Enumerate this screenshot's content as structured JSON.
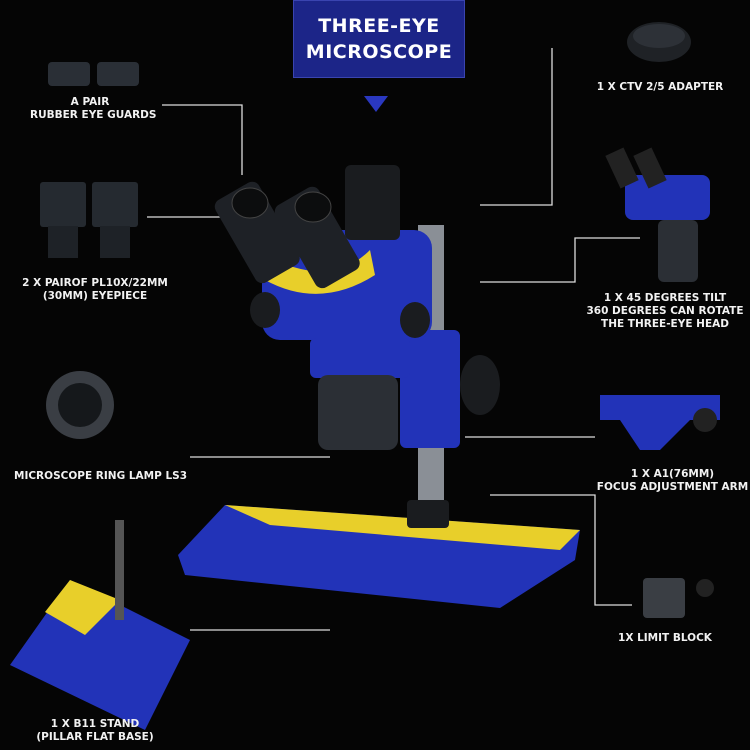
{
  "title": {
    "line1": "THREE-EYE",
    "line2": "MICROSCOPE"
  },
  "labels": {
    "eye_guards": {
      "line1": "A PAIR",
      "line2": "RUBBER EYE GUARDS"
    },
    "eyepiece": {
      "line1": "2 X PAIROF PL10X/22MM",
      "line2": "(30MM) EYEPIECE"
    },
    "ring_lamp": {
      "line1": "MICROSCOPE RING LAMP LS3"
    },
    "stand": {
      "line1": "1 X B11 STAND",
      "line2": "(PILLAR FLAT BASE)"
    },
    "adapter": {
      "line1": "1 X CTV 2/5 ADAPTER"
    },
    "head": {
      "line1": "1 X 45 DEGREES TILT",
      "line2": "360 DEGREES CAN ROTATE",
      "line3": "THE THREE-EYE HEAD"
    },
    "arm": {
      "line1": "1 X A1(76MM)",
      "line2": "FOCUS ADJUSTMENT ARM"
    },
    "limit_block": {
      "line1": "1X LIMIT BLOCK"
    }
  },
  "colors": {
    "brand_blue": "#2233b8",
    "accent_yellow": "#e8cf2a",
    "background": "#050505"
  }
}
